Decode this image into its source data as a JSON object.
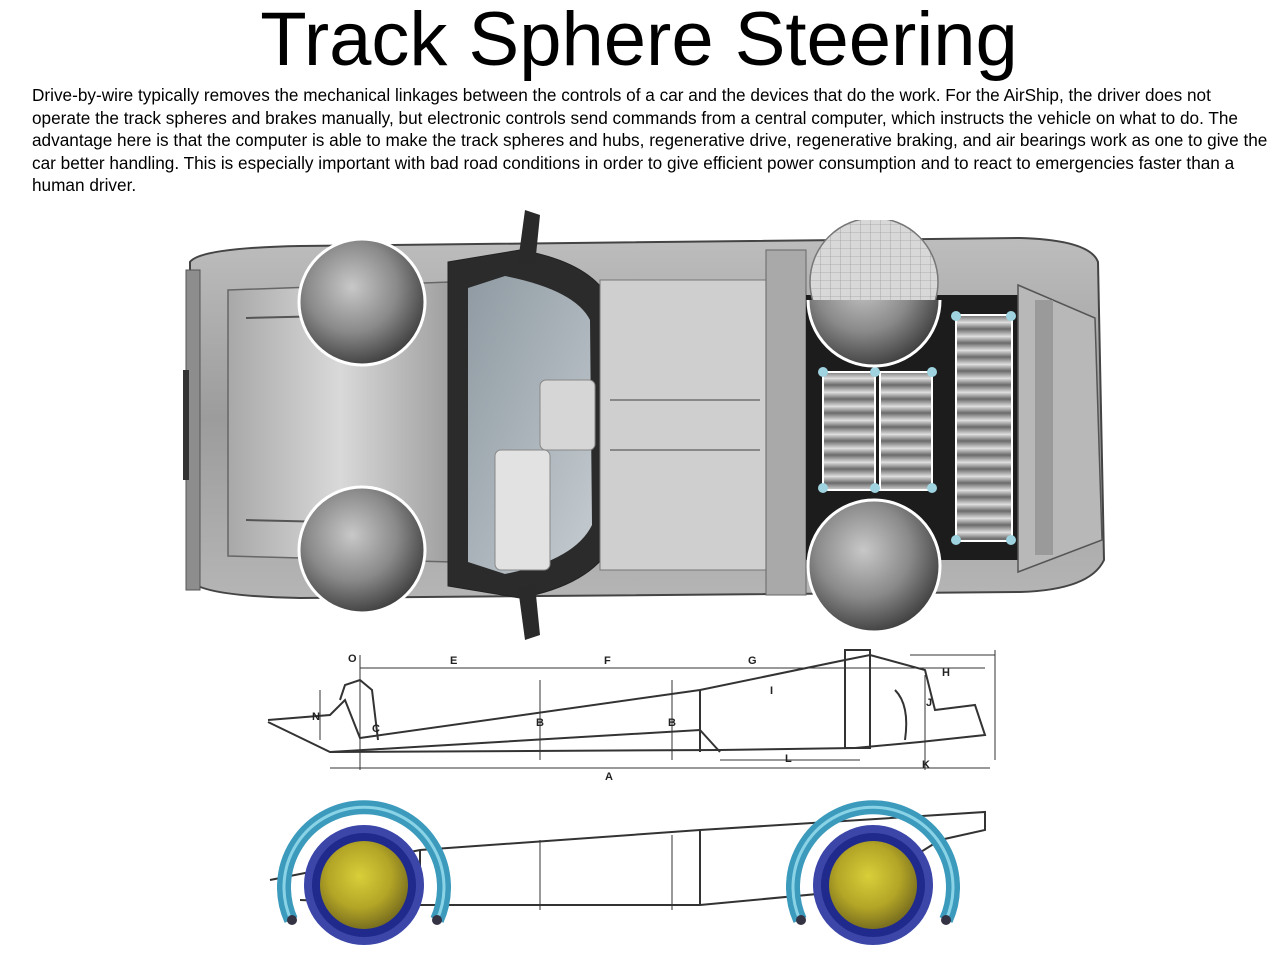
{
  "title": "Track Sphere Steering",
  "description": "Drive-by-wire typically removes the mechanical linkages between the controls of a car and the devices that do the work.   For the AirShip, the driver does not operate the track spheres and brakes manually, but electronic controls send commands from a central computer, which instructs the vehicle on what to do.  The advantage here is that the computer is able to make the track spheres and hubs, regenerative drive, regenerative braking, and air bearings work as one to give the car better handling.  This is especially important with bad road conditions in order to give efficient power consumption and to react to emergencies faster than a human driver.",
  "chassis_labels": {
    "o": "O",
    "e": "E",
    "f": "F",
    "g": "G",
    "h": "H",
    "n": "N",
    "c": "C",
    "j": "J",
    "i": "I",
    "b1": "B",
    "b2": "B",
    "l": "L",
    "a": "A",
    "k": "K"
  }
}
